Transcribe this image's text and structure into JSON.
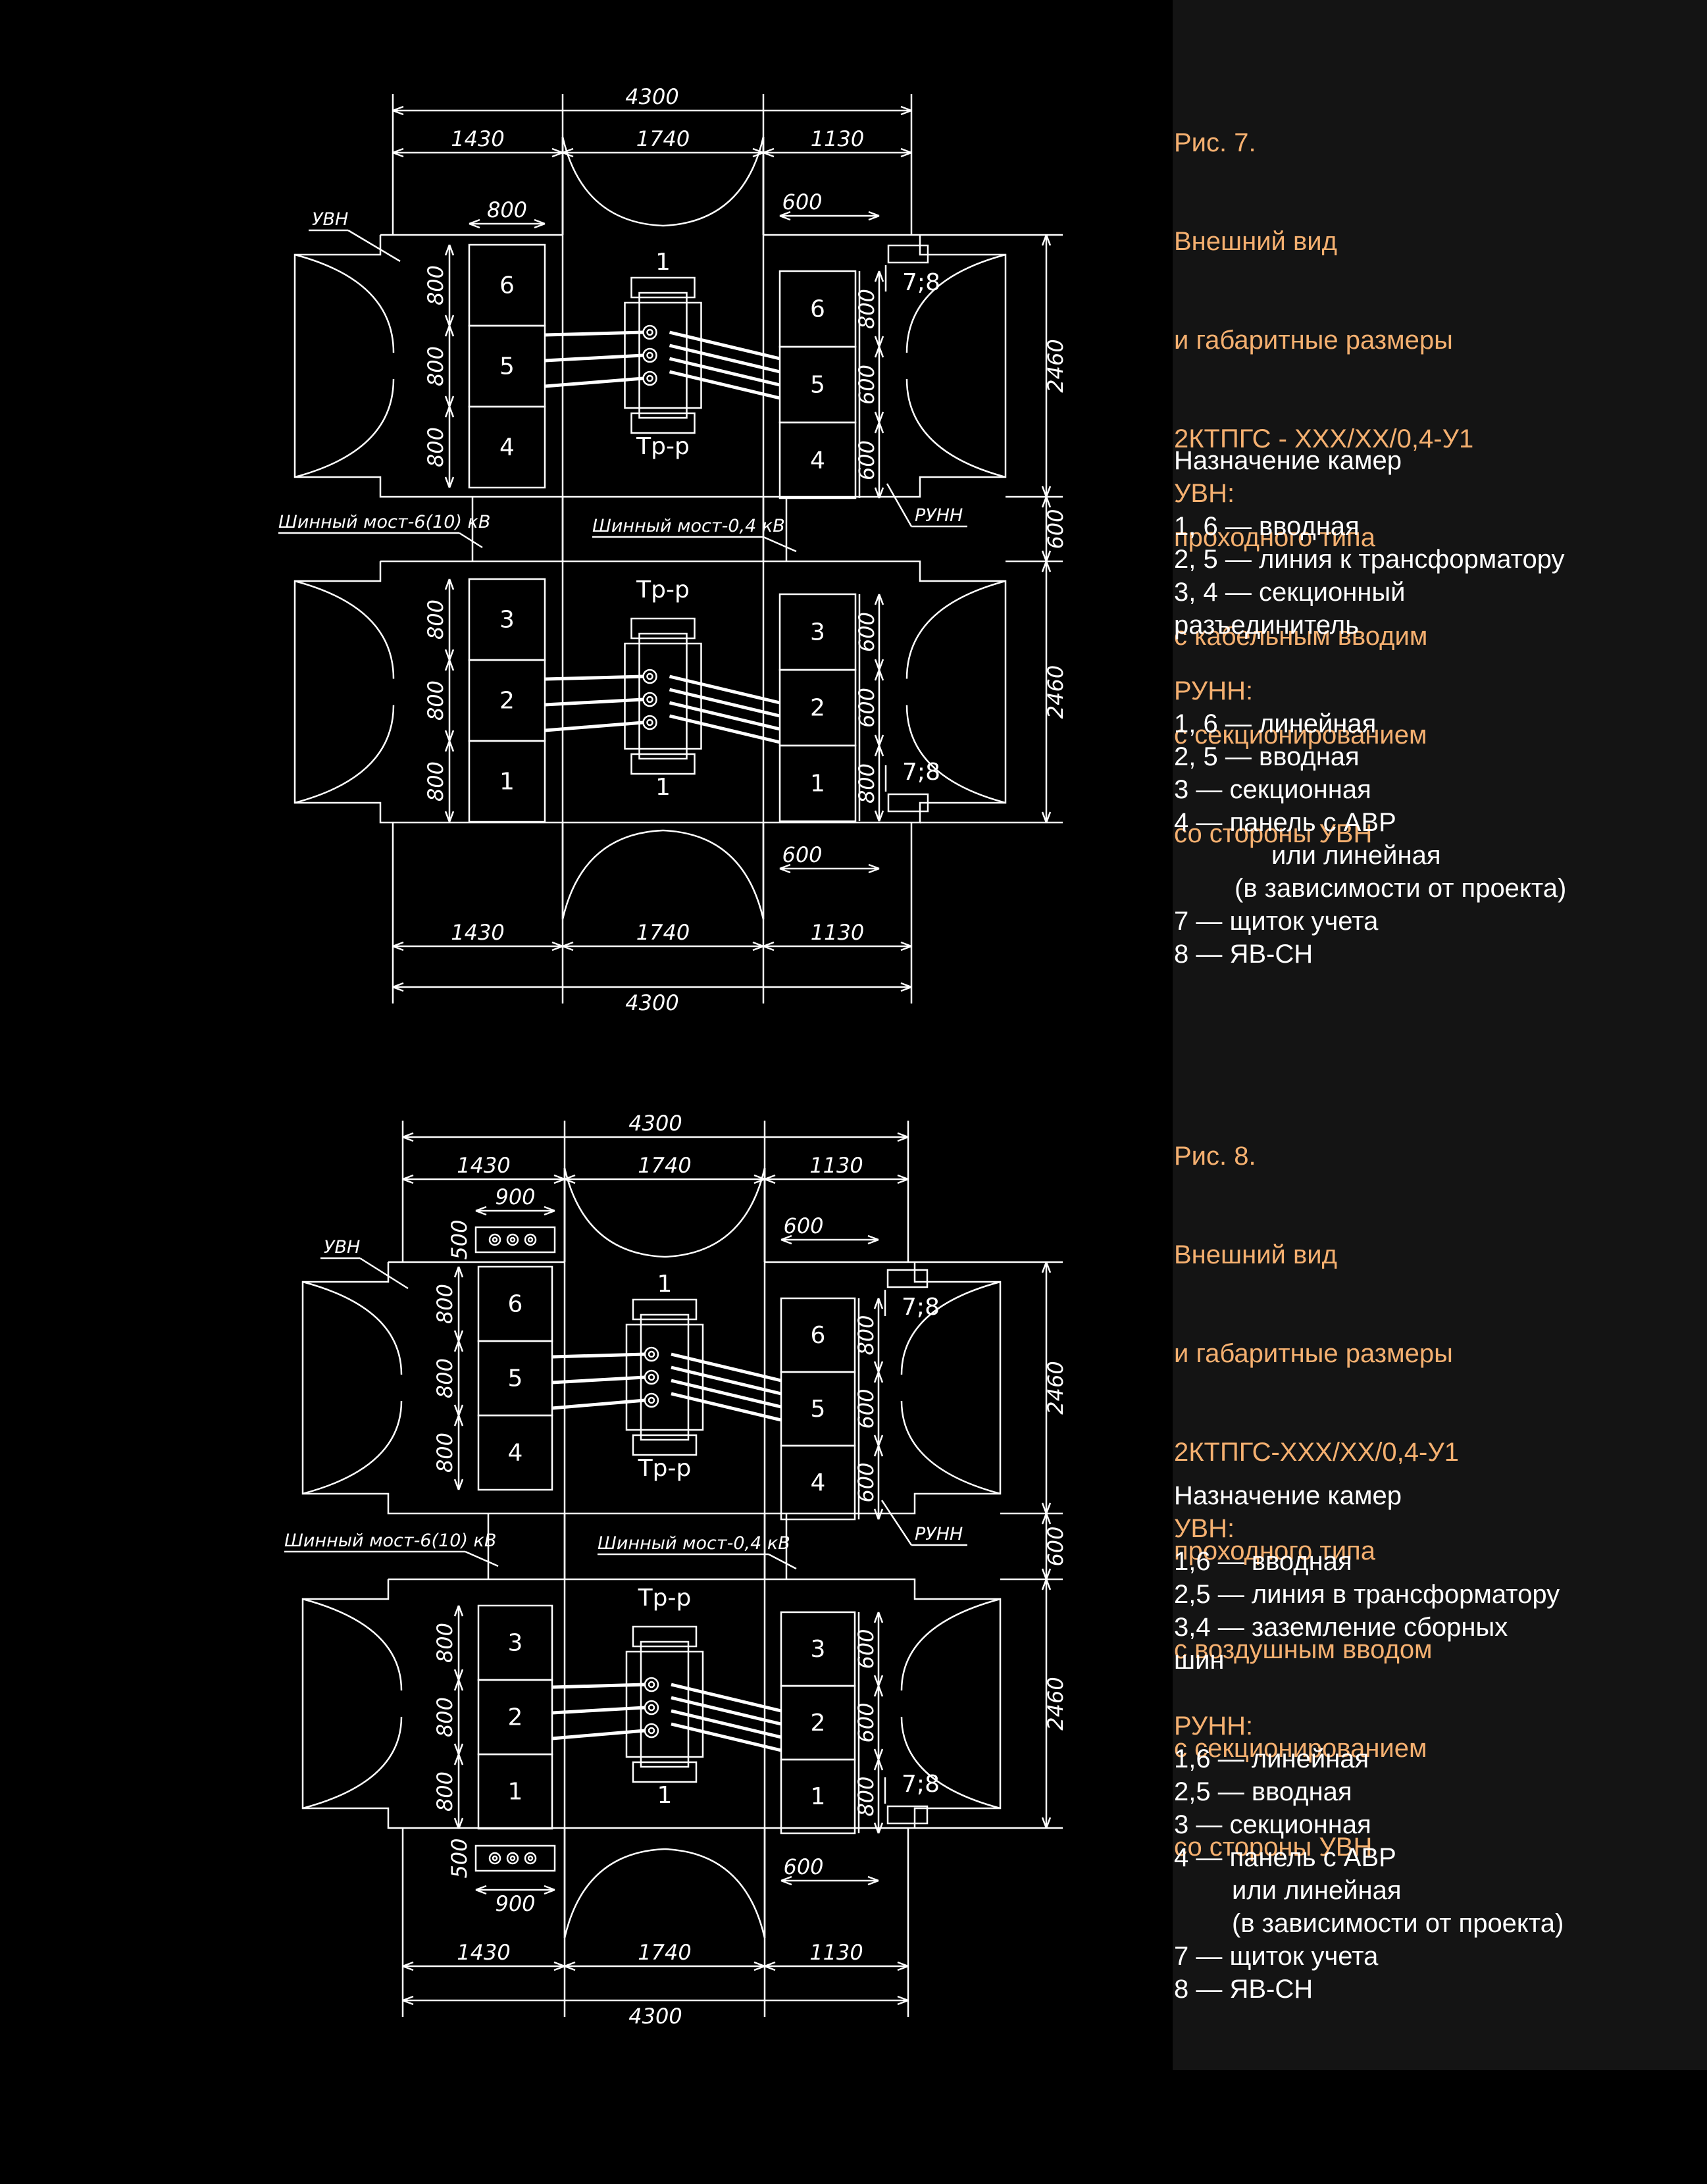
{
  "colors": {
    "background": "#000000",
    "panel": "#141414",
    "caption": "#f5b070",
    "text": "#ffffff",
    "lines": "#ffffff"
  },
  "figure7": {
    "caption": [
      "Рис. 7.",
      "Внешний вид",
      "и габаритные размеры",
      "2КТПГС - ХХХ/ХХ/0,4-У1",
      "проходного типа",
      "с кабельным вводим",
      "с секционированием",
      "со стороны УВН"
    ],
    "legend_title": "Назначение камер",
    "uvn_title": "УВН:",
    "uvn": [
      "1, 6 — вводная",
      "2, 5 — линия к трансформатору",
      "3, 4 — секционный",
      "разъединитель"
    ],
    "runn_title": "РУНН:",
    "runn": [
      "1, 6 — линейная",
      "2, 5 — вводная",
      "3 — секционная",
      "4 — панель с АВР"
    ],
    "runn_cont": [
      "или линейная",
      "(в зависимости от проекта)"
    ],
    "runn_tail": [
      "7 — щиток учета",
      "8 — ЯВ-СН"
    ],
    "drawing": {
      "overall": "4300",
      "left": "1430",
      "middle": "1740",
      "right": "1130",
      "uvn_cell_w": "800",
      "uvn_cell_h": "800",
      "runn_cell_w": "600",
      "runn_cell_h": "600",
      "runn_cell_low": "800",
      "height": "2460",
      "gap": "600",
      "uvn_label": "УВН",
      "runn_label": "РУНН",
      "bus_hv": "Шинный мост-6(10) кВ",
      "bus_lv": "Шинный мост-0,4 кВ",
      "tr": "Тр-р",
      "one": "1",
      "meter": "7;8",
      "top_uvn": [
        "6",
        "5",
        "4"
      ],
      "top_runn": [
        "6",
        "5",
        "4"
      ],
      "bot_uvn": [
        "3",
        "2",
        "1"
      ],
      "bot_runn": [
        "3",
        "2",
        "1"
      ]
    }
  },
  "figure8": {
    "caption": [
      "Рис. 8.",
      "Внешний вид",
      "и габаритные размеры",
      "2КТПГС-ХХХ/ХХ/0,4-У1",
      "проходного типа",
      "с воздушным вводом",
      "с секционированием",
      "со стороны УВН"
    ],
    "legend_title": "Назначение камер",
    "uvn_title": "УВН:",
    "uvn": [
      "1,6 — вводная",
      "2,5 — линия в трансформатору",
      "3,4 — заземление сборных",
      "шин"
    ],
    "runn_title": "РУНН:",
    "runn": [
      "1,6 — линейная",
      "2,5 — вводная",
      "3 — секционная",
      "4 — панель с АВР"
    ],
    "runn_cont": [
      "или линейная",
      "(в зависимости от проекта)"
    ],
    "runn_tail": [
      "7 — щиток учета",
      "8 — ЯВ-СН"
    ],
    "drawing": {
      "overall": "4300",
      "left": "1430",
      "middle": "1740",
      "right": "1130",
      "entry_w": "900",
      "entry_h": "500",
      "uvn_cell_h": "800",
      "runn_cell_w": "600",
      "runn_cell_h": "600",
      "runn_cell_low": "800",
      "height": "2460",
      "gap": "600",
      "uvn_label": "УВН",
      "runn_label": "РУНН",
      "bus_hv": "Шинный мост-6(10) кВ",
      "bus_lv": "Шинный мост-0,4 кВ",
      "tr": "Тр-р",
      "one": "1",
      "meter": "7;8",
      "top_uvn": [
        "6",
        "5",
        "4"
      ],
      "top_runn": [
        "6",
        "5",
        "4"
      ],
      "bot_uvn": [
        "3",
        "2",
        "1"
      ],
      "bot_runn": [
        "3",
        "2",
        "1"
      ]
    }
  }
}
